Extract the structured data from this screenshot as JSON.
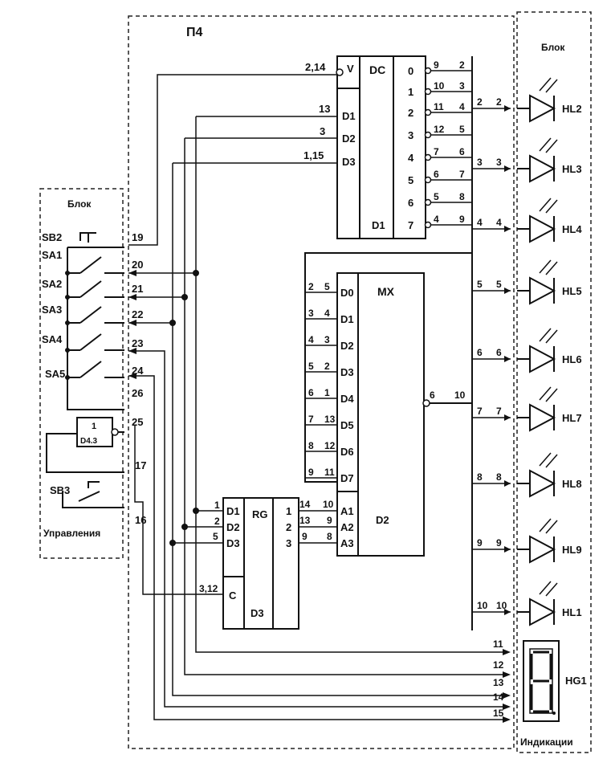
{
  "panels": {
    "main": "П4",
    "left_top": "Блок",
    "left_bottom": "Управления",
    "right_top": "Блок",
    "right_bottom": "Индикации"
  },
  "chips": {
    "dc": {
      "title": "DC",
      "name": "D1",
      "enable": "V",
      "inputs": [
        "D1",
        "D2",
        "D3"
      ],
      "outputs": [
        "0",
        "1",
        "2",
        "3",
        "4",
        "5",
        "6",
        "7"
      ]
    },
    "mx": {
      "title": "MX",
      "name": "D2",
      "inputs": [
        "D0",
        "D1",
        "D2",
        "D3",
        "D4",
        "D5",
        "D6",
        "D7"
      ],
      "address": [
        "A1",
        "A2",
        "A3"
      ]
    },
    "rg": {
      "title": "RG",
      "name": "D3",
      "inputs": [
        "D1",
        "D2",
        "D3"
      ],
      "clock": "C",
      "outputs": [
        "1",
        "2",
        "3"
      ]
    },
    "gate": {
      "top": "1",
      "bottom": "D4.3"
    }
  },
  "pins": {
    "dc_enable": "2,14",
    "dc_inputs": [
      "13",
      "3",
      "1,15"
    ],
    "dc_out_pins": [
      "9",
      "10",
      "11",
      "12",
      "7",
      "6",
      "5",
      "4"
    ],
    "dc_out_lines": [
      "2",
      "3",
      "4",
      "5",
      "6",
      "7",
      "8",
      "9"
    ],
    "mx_in_a": [
      "2",
      "3",
      "4",
      "5",
      "6",
      "7",
      "8",
      "9"
    ],
    "mx_in_b": [
      "5",
      "4",
      "3",
      "2",
      "1",
      "13",
      "12",
      "11"
    ],
    "mx_out_pin": "6",
    "mx_out_line": "10",
    "mx_addr_pins": [
      "10",
      "9",
      "8"
    ],
    "rg_out_pins": [
      "14",
      "13",
      "9"
    ],
    "rg_out_num": [
      "1",
      "2",
      "3"
    ],
    "rg_in_lines": [
      "1",
      "2",
      "5"
    ],
    "rg_clock": "3,12"
  },
  "connector_left": [
    "19",
    "20",
    "21",
    "22",
    "23",
    "24",
    "26",
    "25",
    "17",
    "16"
  ],
  "switches": [
    "SB2",
    "SA1",
    "SA2",
    "SA3",
    "SA4",
    "SA5",
    "SB3"
  ],
  "leds": [
    {
      "line_a": "2",
      "line_b": "2",
      "label": "HL2"
    },
    {
      "line_a": "3",
      "line_b": "3",
      "label": "HL3"
    },
    {
      "line_a": "4",
      "line_b": "4",
      "label": "HL4"
    },
    {
      "line_a": "5",
      "line_b": "5",
      "label": "HL5"
    },
    {
      "line_a": "6",
      "line_b": "6",
      "label": "HL6"
    },
    {
      "line_a": "7",
      "line_b": "7",
      "label": "HL7"
    },
    {
      "line_a": "8",
      "line_b": "8",
      "label": "HL8"
    },
    {
      "line_a": "9",
      "line_b": "9",
      "label": "HL9"
    },
    {
      "line_a": "10",
      "line_b": "10",
      "label": "HL1"
    }
  ],
  "bus_numbers": [
    "11",
    "12",
    "13",
    "14",
    "15"
  ],
  "display": {
    "label": "HG1"
  }
}
